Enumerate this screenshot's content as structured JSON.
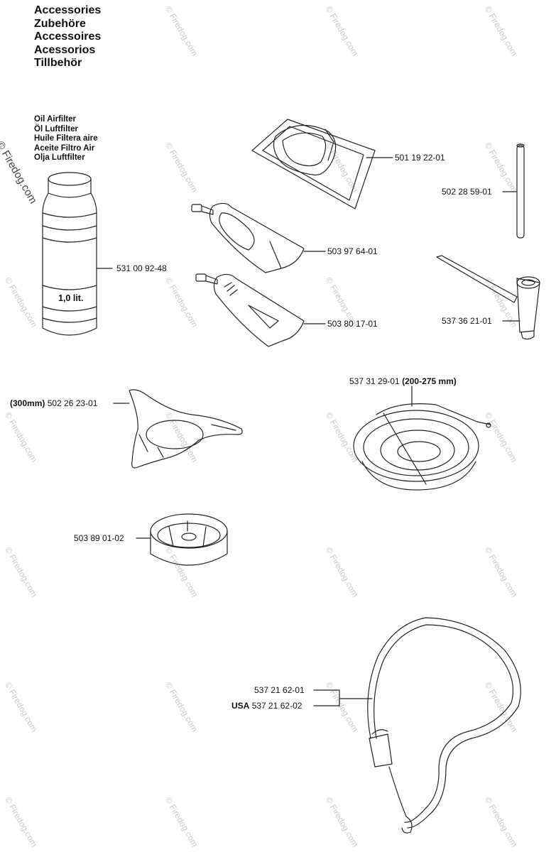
{
  "titles": [
    "Accessories",
    "Zubehöre",
    "Accessoires",
    "Acessorios",
    "Tillbehör"
  ],
  "oil_names": [
    "Oil Airfilter",
    "Öl Luftfilter",
    "Huile Filtera aire",
    "Aceite Filtro Air",
    "Olja Luftfilter"
  ],
  "bottle_volume": "1,0 lit.",
  "parts": {
    "oil": "531 00 92-48",
    "harness_pad": "501 19 22-01",
    "pin": "502 28 59-01",
    "grease_tube_1": "503 97 64-01",
    "grease_tube_2": "503 80 17-01",
    "wrench": "537 36 21-01",
    "guard": {
      "prefix": "(300mm)",
      "number": "502 26 23-01"
    },
    "blade_kit": {
      "number": "537 31 29-01",
      "suffix": "(200-275 mm)"
    },
    "cup": "503 89 01-02",
    "strap": "537 21 62-01",
    "strap_usa": {
      "prefix": "USA",
      "number": "537 21 62-02"
    }
  },
  "watermark": "© Firedog.com"
}
